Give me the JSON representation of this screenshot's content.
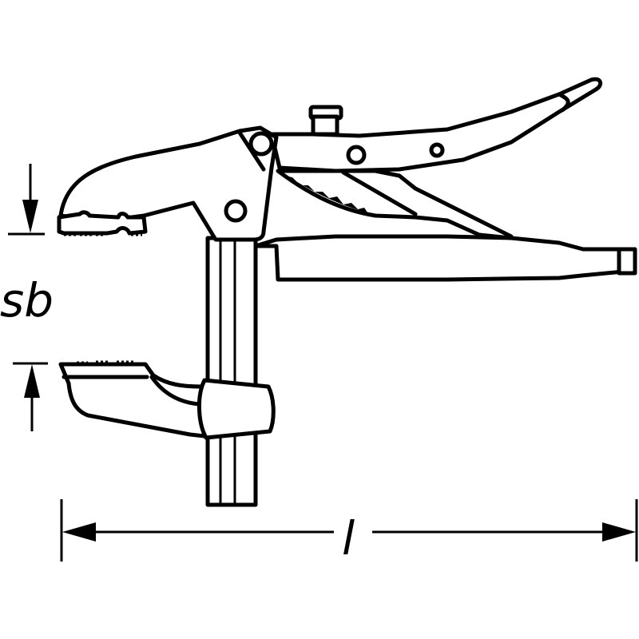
{
  "diagram": {
    "subject": "locking clamp pliers",
    "stroke_color": "#000000",
    "background": "#ffffff",
    "dimensions": {
      "opening": {
        "label": "sb"
      },
      "length": {
        "label": "l"
      }
    }
  }
}
